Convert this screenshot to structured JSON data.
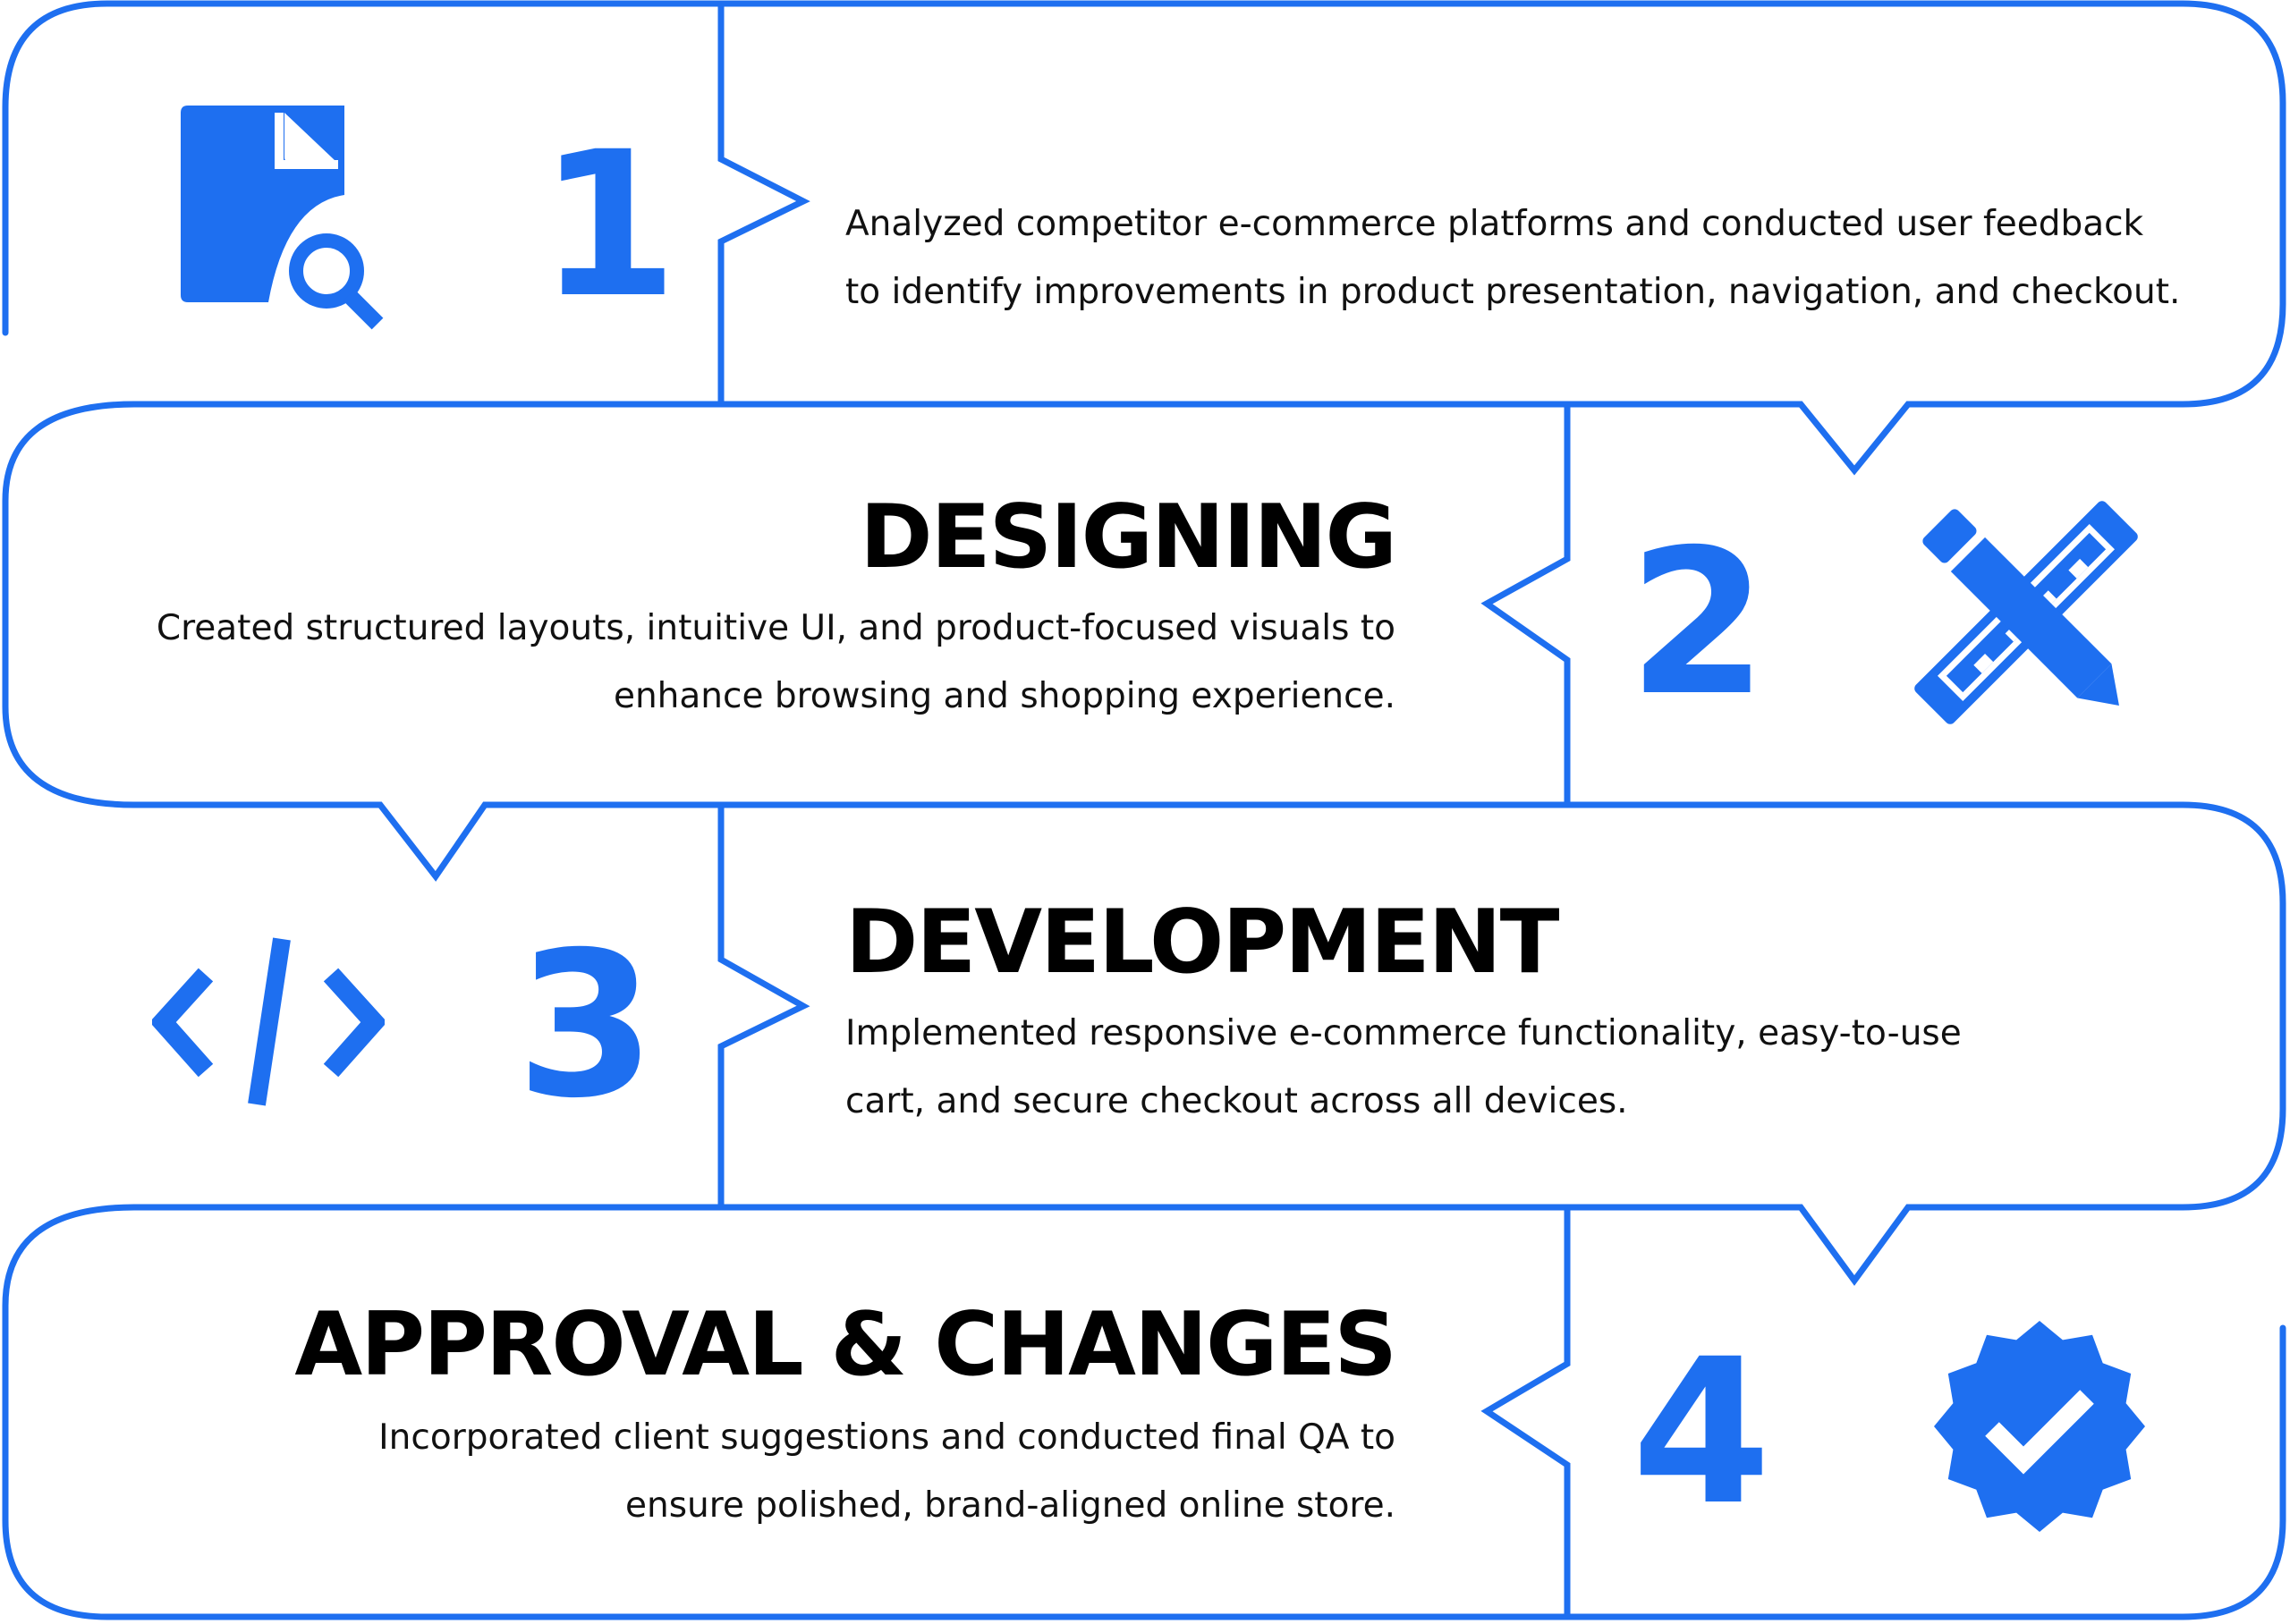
{
  "accent_color": "#1e6ff0",
  "steps": [
    {
      "number": "1",
      "title": "",
      "description_lines": [
        "Analyzed competitor e-commerce platforms and conducted user feedback",
        "to identify improvements in product presentation, navigation, and checkout."
      ],
      "icon": "document-search-icon"
    },
    {
      "number": "2",
      "title": "DESIGNING",
      "description_lines": [
        "Created structured layouts, intuitive UI, and product-focused visuals to",
        "enhance browsing and shopping experience."
      ],
      "icon": "ruler-pencil-icon"
    },
    {
      "number": "3",
      "title": "DEVELOPMENT",
      "description_lines": [
        "Implemented responsive e-commerce functionality, easy-to-use",
        "cart, and secure checkout across all devices."
      ],
      "icon": "code-icon"
    },
    {
      "number": "4",
      "title": "APPROVAL & CHANGES",
      "description_lines": [
        "Incorporated client suggestions and conducted final QA to",
        "ensure polished, brand-aligned online store."
      ],
      "icon": "verified-badge-icon"
    }
  ]
}
